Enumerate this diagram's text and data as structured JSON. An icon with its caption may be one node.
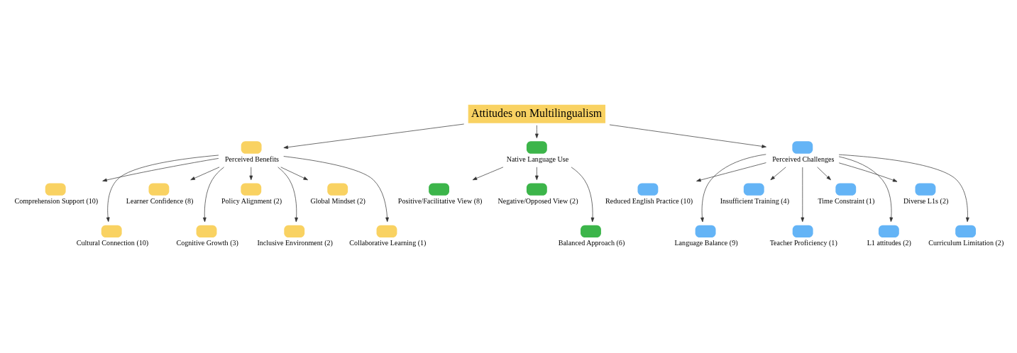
{
  "diagram": {
    "nodes": [
      {
        "text": [
          "Attitudes on Multilingualism"
        ]
      },
      {
        "text": [
          "Perceived Benefits"
        ]
      },
      {
        "text": [
          "Native Language Use"
        ]
      },
      {
        "text": [
          "Perceived Challenges"
        ]
      },
      {
        "text": [
          "Comprehension Support (10)"
        ]
      },
      {
        "text": [
          "Cultural Connection (10)"
        ]
      },
      {
        "text": [
          "Learner Confidence (8)"
        ]
      },
      {
        "text": [
          "Cognitive Growth (3)"
        ]
      },
      {
        "text": [
          "Policy Alignment (2)"
        ]
      },
      {
        "text": [
          "Inclusive Environment (2)"
        ]
      },
      {
        "text": [
          "Global Mindset (2)"
        ]
      },
      {
        "text": [
          "Collaborative Learning (1)"
        ]
      },
      {
        "text": [
          "Positive/Facilitative View (8)"
        ]
      },
      {
        "text": [
          "Negative/Opposed View (2)"
        ]
      },
      {
        "text": [
          "Balanced Approach (6)"
        ]
      },
      {
        "text": [
          "Reduced English Practice (10)"
        ]
      },
      {
        "text": [
          "Language Balance (9)"
        ]
      },
      {
        "text": [
          "Insufficient Training (4)"
        ]
      },
      {
        "text": [
          "Teacher Proficiency (1)"
        ]
      },
      {
        "text": [
          "Time Constraint (1)"
        ]
      },
      {
        "text": [
          "L1 attitudes (2)"
        ]
      },
      {
        "text": [
          "Diverse L1s (2)"
        ]
      },
      {
        "text": [
          "Curriculum Limitation (2)"
        ]
      }
    ],
    "edges": [
      {
        "from": 0,
        "to": 1,
        "arrow": "to"
      },
      {
        "from": 0,
        "to": 2,
        "arrow": "to"
      },
      {
        "from": 0,
        "to": 3,
        "arrow": "to"
      },
      {
        "from": 1,
        "to": 4,
        "arrow": "to"
      },
      {
        "from": 1,
        "to": 5,
        "arrow": "to"
      },
      {
        "from": 1,
        "to": 6,
        "arrow": "to"
      },
      {
        "from": 1,
        "to": 7,
        "arrow": "to"
      },
      {
        "from": 1,
        "to": 8,
        "arrow": "to"
      },
      {
        "from": 1,
        "to": 9,
        "arrow": "to"
      },
      {
        "from": 1,
        "to": 10,
        "arrow": "to"
      },
      {
        "from": 1,
        "to": 11,
        "arrow": "to"
      },
      {
        "from": 2,
        "to": 12,
        "arrow": "to"
      },
      {
        "from": 2,
        "to": 14,
        "arrow": "to"
      },
      {
        "from": 2,
        "to": 13,
        "arrow": "to"
      },
      {
        "from": 3,
        "to": 15,
        "arrow": "to"
      },
      {
        "from": 3,
        "to": 16,
        "arrow": "to"
      },
      {
        "from": 3,
        "to": 17,
        "arrow": "to"
      },
      {
        "from": 3,
        "to": 18,
        "arrow": "to"
      },
      {
        "from": 3,
        "to": 19,
        "arrow": "to"
      },
      {
        "from": 3,
        "to": 22,
        "arrow": "to"
      },
      {
        "from": 3,
        "to": 20,
        "arrow": "to"
      },
      {
        "from": 3,
        "to": 21,
        "arrow": "to"
      }
    ]
  }
}
